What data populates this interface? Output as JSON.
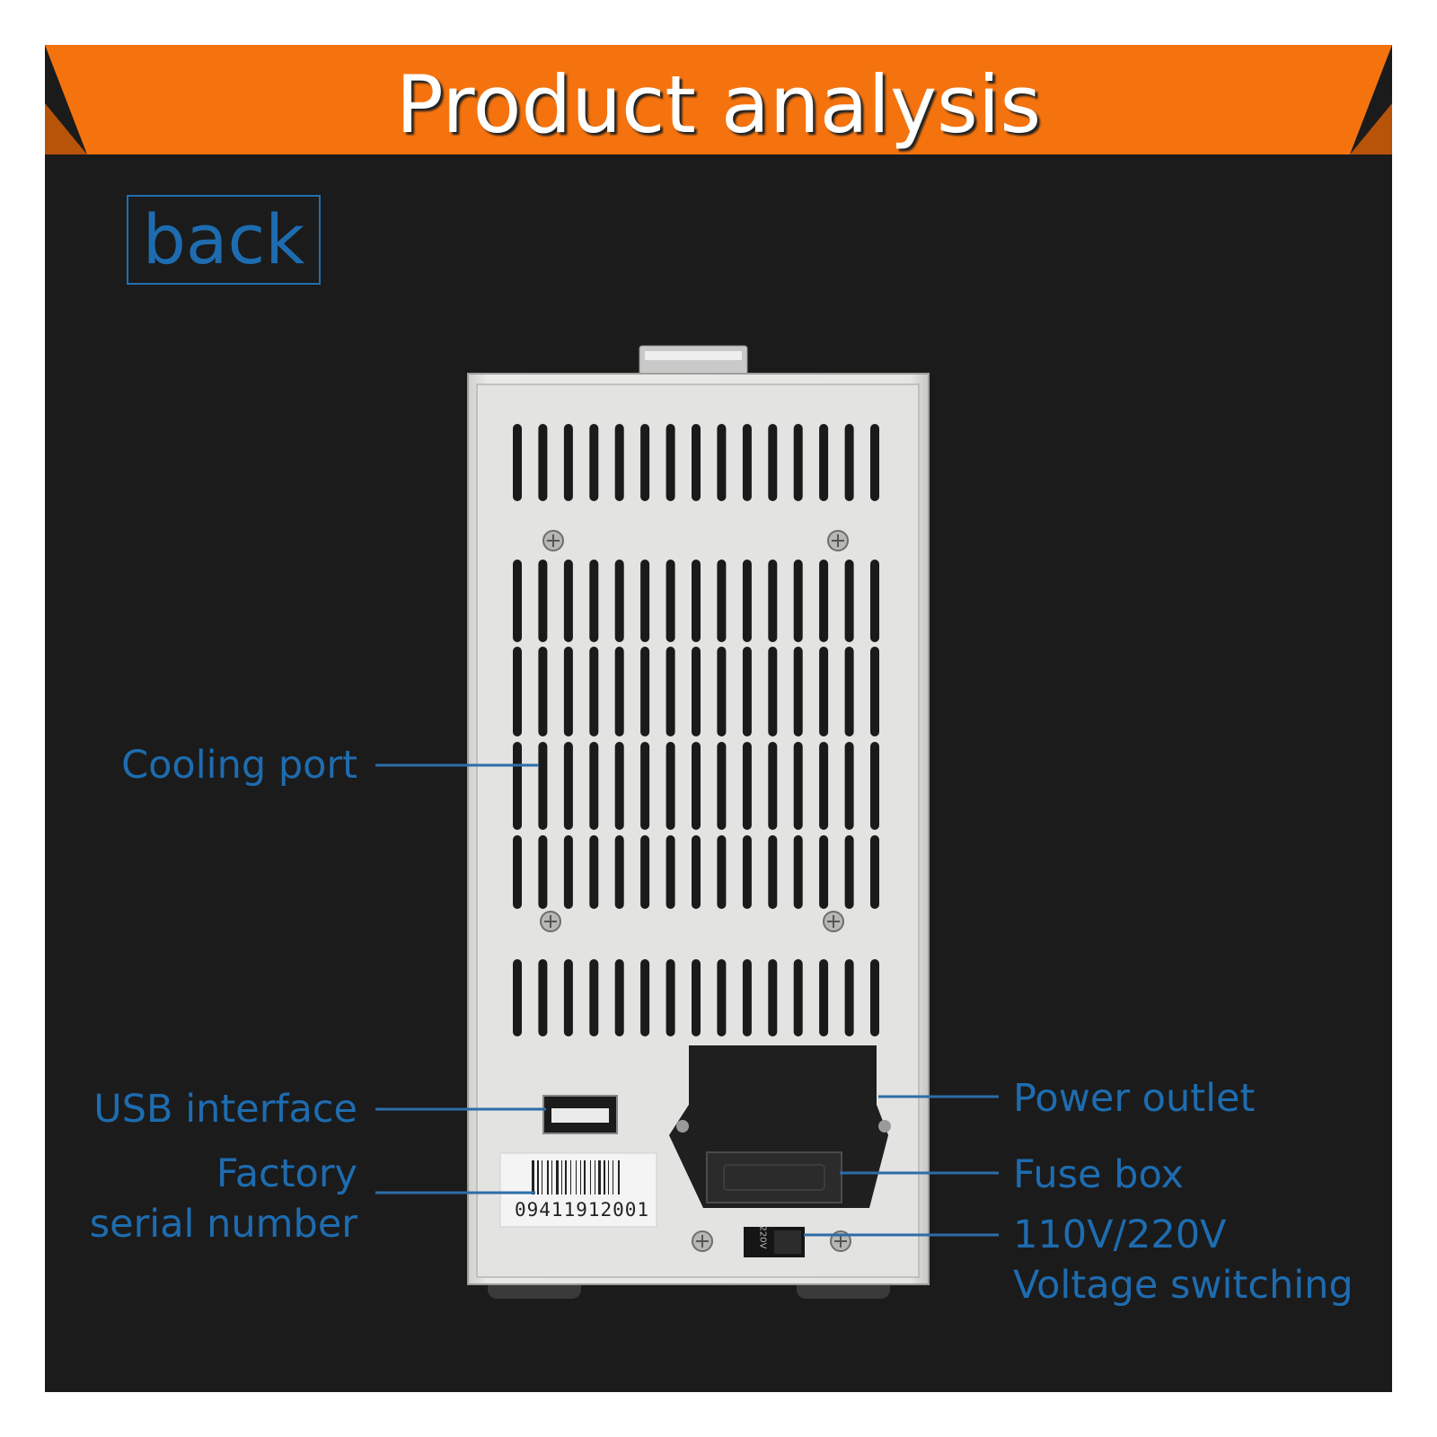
{
  "banner": {
    "title": "Product analysis",
    "color": "#f5730e"
  },
  "badge": {
    "label": "back"
  },
  "callouts": {
    "cooling_port": "Cooling port",
    "usb_interface": "USB interface",
    "factory_serial_line1": "Factory",
    "factory_serial_line2": "serial number",
    "power_outlet": "Power outlet",
    "fuse_box": "Fuse box",
    "voltage_line1": "110V/220V",
    "voltage_line2": "Voltage switching"
  },
  "device": {
    "serial_label": "09411912001",
    "switch_marking": "220V"
  },
  "colors": {
    "accent": "#1e6cb0",
    "background": "#1b1b1b",
    "casing": "#e7e7e5"
  }
}
